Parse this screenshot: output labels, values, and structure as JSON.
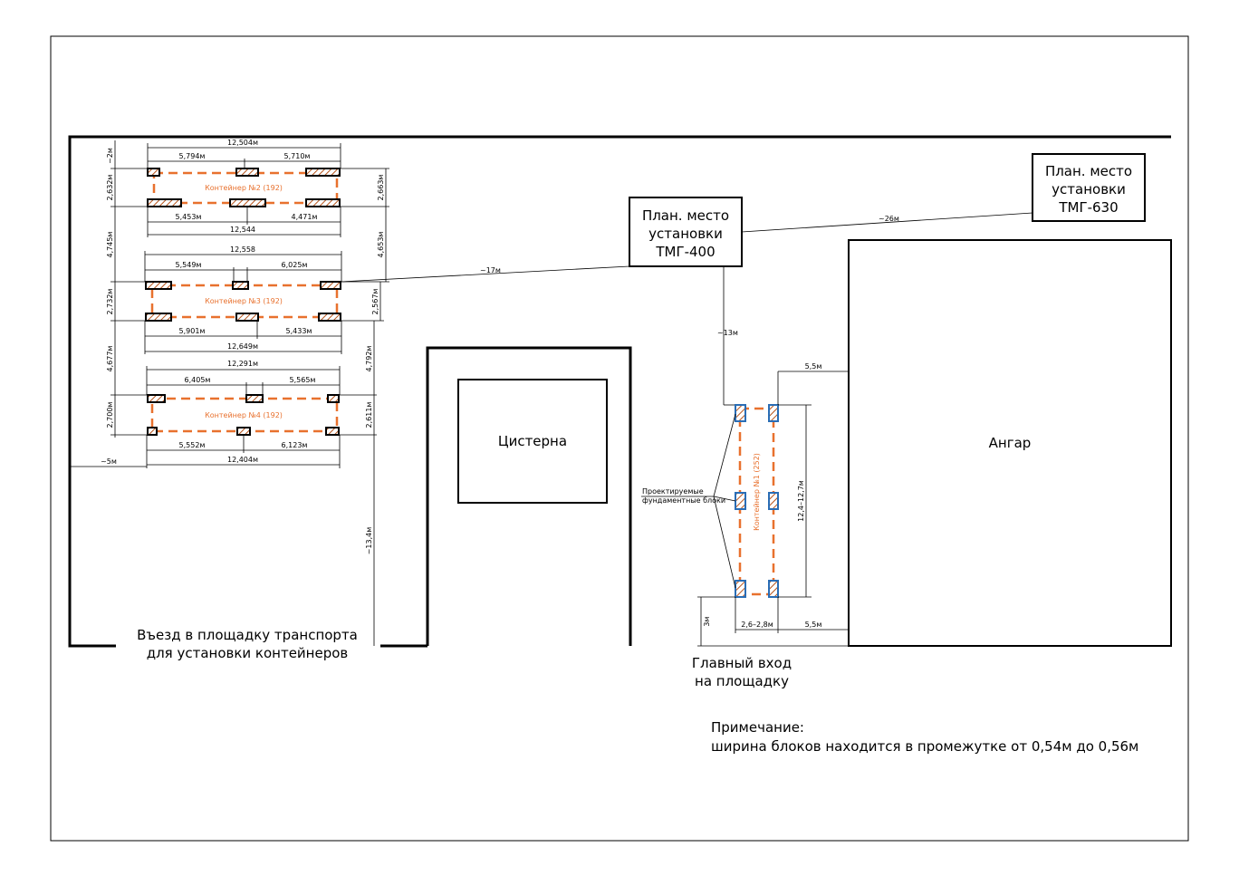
{
  "structures": {
    "tmg400": [
      "План. место",
      "установки",
      "ТМГ-400"
    ],
    "tmg630": [
      "План. место",
      "установки",
      "ТМГ-630"
    ],
    "tank": "Цистерна",
    "hangar": "Ангар"
  },
  "labels": {
    "entry_transport": [
      "Въезд в площадку транспорта",
      "для установки контейнеров"
    ],
    "main_entrance": [
      "Главный вход",
      "на площадку"
    ],
    "note_title": "Примечание:",
    "note_text": "ширина блоков находится в промежутке от 0,54м до 0,56м",
    "foundation_blocks": [
      "Проектируемые",
      "фундаментные блоки"
    ]
  },
  "containers": {
    "c2": "Контейнер №2 (192)",
    "c3": "Контейнер №3 (192)",
    "c4": "Контейнер №4 (192)",
    "c1": "Контейнер №1 (252)"
  },
  "dimensions": {
    "c2_total_top": "12,504м",
    "c2_left_top": "5,794м",
    "c2_right_top": "5,710м",
    "c2_left_bottom": "5,453м",
    "c2_right_bottom": "4,471м",
    "c2_total_bottom": "12,544",
    "c3_total_top": "12,558",
    "c3_left_top": "5,549м",
    "c3_right_top": "6,025м",
    "c3_left_bottom": "5,901м",
    "c3_right_bottom": "5,433м",
    "c3_total_bottom": "12,649м",
    "c4_total_top": "12,291м",
    "c4_left_top": "6,405м",
    "c4_right_top": "5,565м",
    "c4_left_bottom": "5,552м",
    "c4_right_bottom": "6,123м",
    "c4_total_bottom": "12,404м",
    "left_2m": "~2м",
    "left_2632": "2,632м",
    "left_4745": "4,745м",
    "left_2732": "2,732м",
    "left_4677": "4,677м",
    "left_2700": "2,700м",
    "right_2663": "2,663м",
    "right_4653": "4,653м",
    "right_2567": "2,567м",
    "right_4792": "4,792м",
    "right_2611": "2,611м",
    "right_134": "~13,4м",
    "left_5m": "~5м",
    "line_17": "~17м",
    "line_26": "~26м",
    "line_13": "~13м",
    "gap_55_top": "5,5м",
    "gap_55_bottom": "5,5м",
    "c1_width": "2,6–2,8м",
    "c1_length": "12,4–12,7м",
    "c1_3m": "3м"
  },
  "colors": {
    "container": "#e8712e",
    "foundation_block": "#2a6db5"
  }
}
